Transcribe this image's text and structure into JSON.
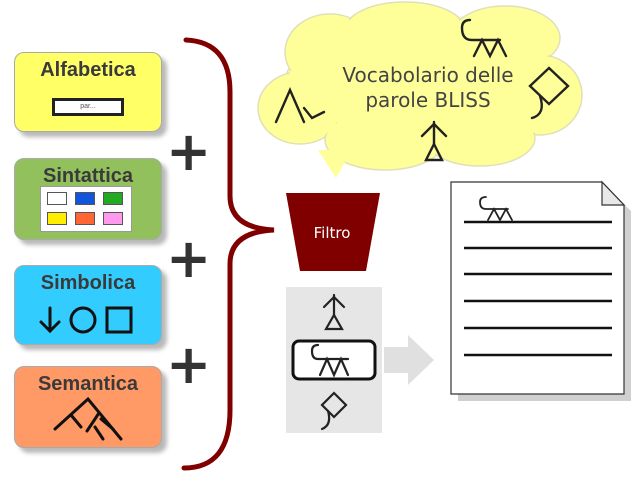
{
  "cards": [
    {
      "title": "Alfabetica",
      "bg": "#ffff66"
    },
    {
      "title": "Sintattica",
      "bg": "#92c05c"
    },
    {
      "title": "Simbolica",
      "bg": "#33ccff"
    },
    {
      "title": "Semantica",
      "bg": "#ff9966"
    }
  ],
  "search_placeholder": "par...",
  "grid_colors": [
    "#ffffff",
    "#1155dd",
    "#22aa22",
    "#ffee00",
    "#ff6633",
    "#ff99ee"
  ],
  "plus_symbol": "+",
  "cloud": {
    "line1": "Vocabolario delle",
    "line2": "parole BLISS",
    "color": "#ffff99"
  },
  "filter": {
    "label": "Filtro",
    "color": "#800000"
  },
  "brace_color": "#800000",
  "icons": [
    "arrow-down-icon",
    "circle-icon",
    "square-icon",
    "bliss-symbol-icon",
    "document-icon"
  ]
}
